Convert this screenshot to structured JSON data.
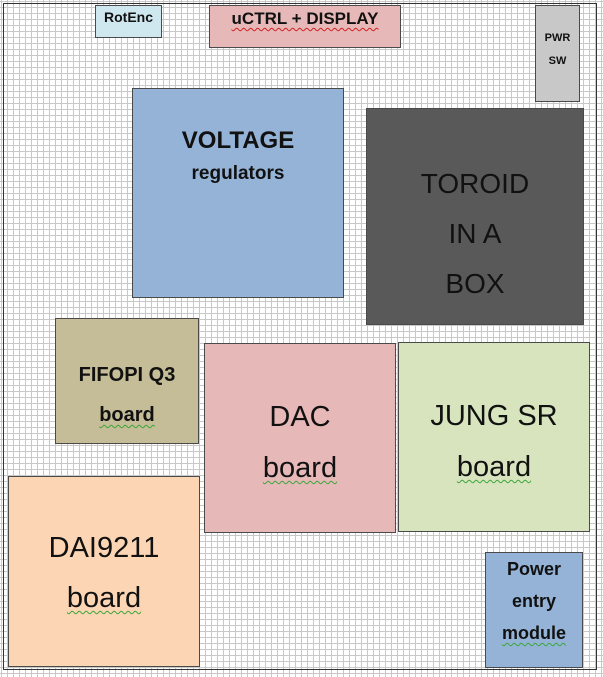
{
  "colors": {
    "background": "#ffffff",
    "grid": "#c8c8c8",
    "rotenc": "#cfe8f0",
    "uctrl": "#e6b8b8",
    "pwr": "#c8c8c8",
    "voltage": "#95b3d7",
    "toroid": "#595959",
    "fifopi": "#c4bd97",
    "dac": "#e6b8b8",
    "jung": "#d7e4bd",
    "dai": "#fcd5b4",
    "power": "#95b3d7"
  },
  "blocks": {
    "rotenc": {
      "label": "RotEnc"
    },
    "uctrl": {
      "label": "uCTRL + DISPLAY"
    },
    "pwr_sw": {
      "line1": "PWR",
      "line2": "SW"
    },
    "voltage": {
      "line1": "VOLTAGE",
      "line2": "regulators"
    },
    "toroid": {
      "line1": "TOROID",
      "line2": "IN A",
      "line3": "BOX"
    },
    "fifopi": {
      "line1": "FIFOPI Q3",
      "line2": "board"
    },
    "dac": {
      "line1": "DAC",
      "line2": "board"
    },
    "jung": {
      "line1": "JUNG SR",
      "line2": "board"
    },
    "dai": {
      "line1": "DAI9211",
      "line2": "board"
    },
    "power_entry": {
      "line1": "Power",
      "line2": "entry",
      "line3": "module"
    }
  }
}
